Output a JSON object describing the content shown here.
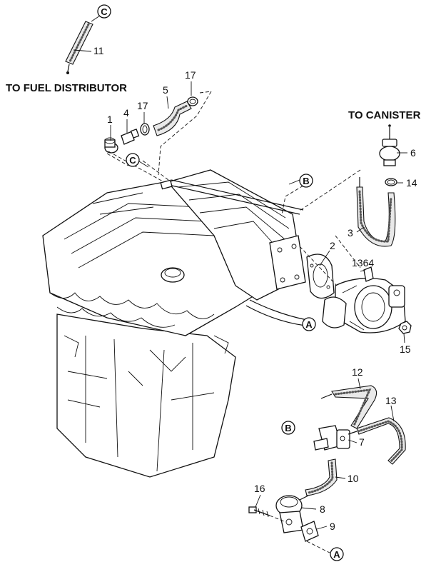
{
  "captions": {
    "fuel_distributor": "TO FUEL DISTRIBUTOR",
    "canister": "TO CANISTER"
  },
  "part_labels": {
    "p1": "1",
    "p2": "2",
    "p3": "3",
    "p4": "4",
    "p5": "5",
    "p6": "6",
    "p7": "7",
    "p8": "8",
    "p9": "9",
    "p10": "10",
    "p11": "11",
    "p12": "12",
    "p13": "13",
    "p14": "14",
    "p15": "15",
    "p16": "16",
    "p17a": "17",
    "p17b": "17",
    "p1364": "1364"
  },
  "reference_markers": {
    "c_top": "C",
    "c_mid": "C",
    "b_upper": "B",
    "b_lower": "B",
    "a_upper": "A",
    "a_lower": "A"
  }
}
